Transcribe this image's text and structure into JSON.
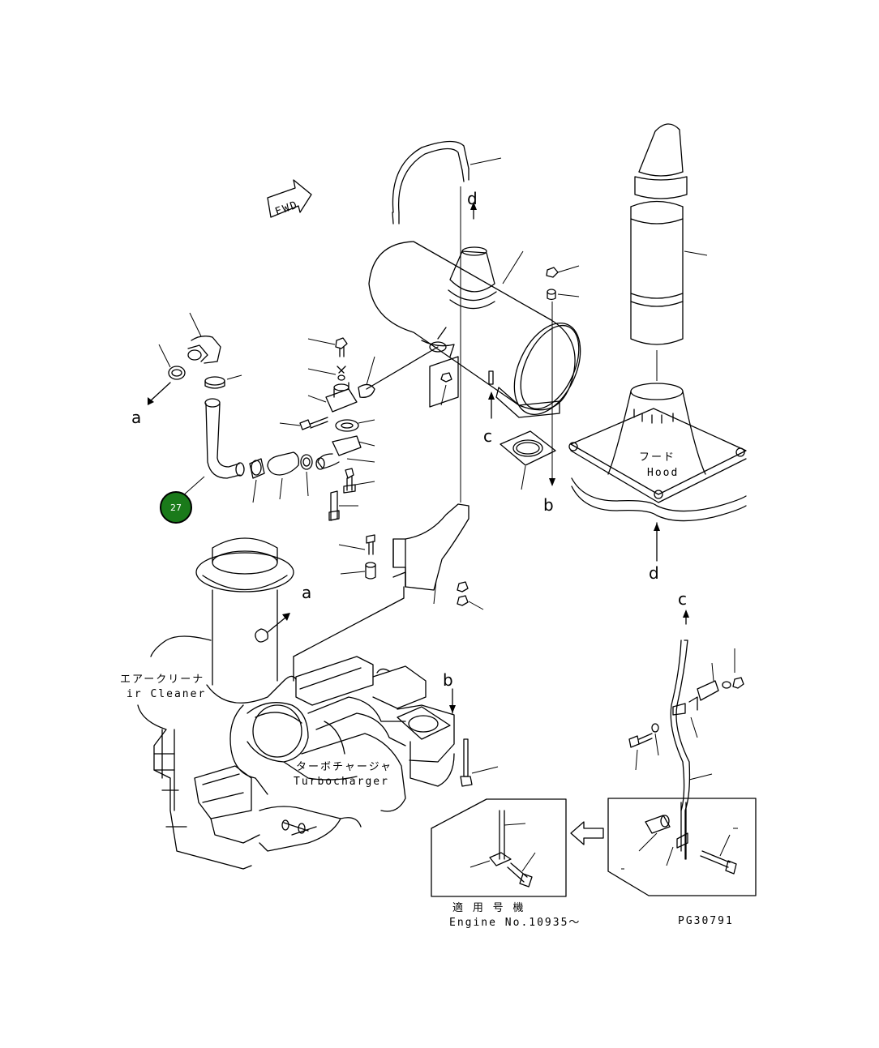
{
  "labels": {
    "fwd": "FWD",
    "hood_jp": "フード",
    "hood_en": "Hood",
    "air_cleaner_jp": "エアークリーナ",
    "air_cleaner_en": "ir Cleaner",
    "turbo_jp": "ターボチャージャ",
    "turbo_en": "Turbocharger",
    "applicable_jp": "適 用 号 機",
    "engine_no": "Engine No.10935～",
    "drawing_no": "PG30791"
  },
  "ref_letters": {
    "a_upper": "a",
    "a_lower": "a",
    "b_upper": "b",
    "b_lower": "b",
    "c_upper": "c",
    "c_lower": "c",
    "d_upper": "d",
    "d_lower": "d"
  },
  "callout": {
    "number": "27",
    "color": "#1a7a1a"
  }
}
